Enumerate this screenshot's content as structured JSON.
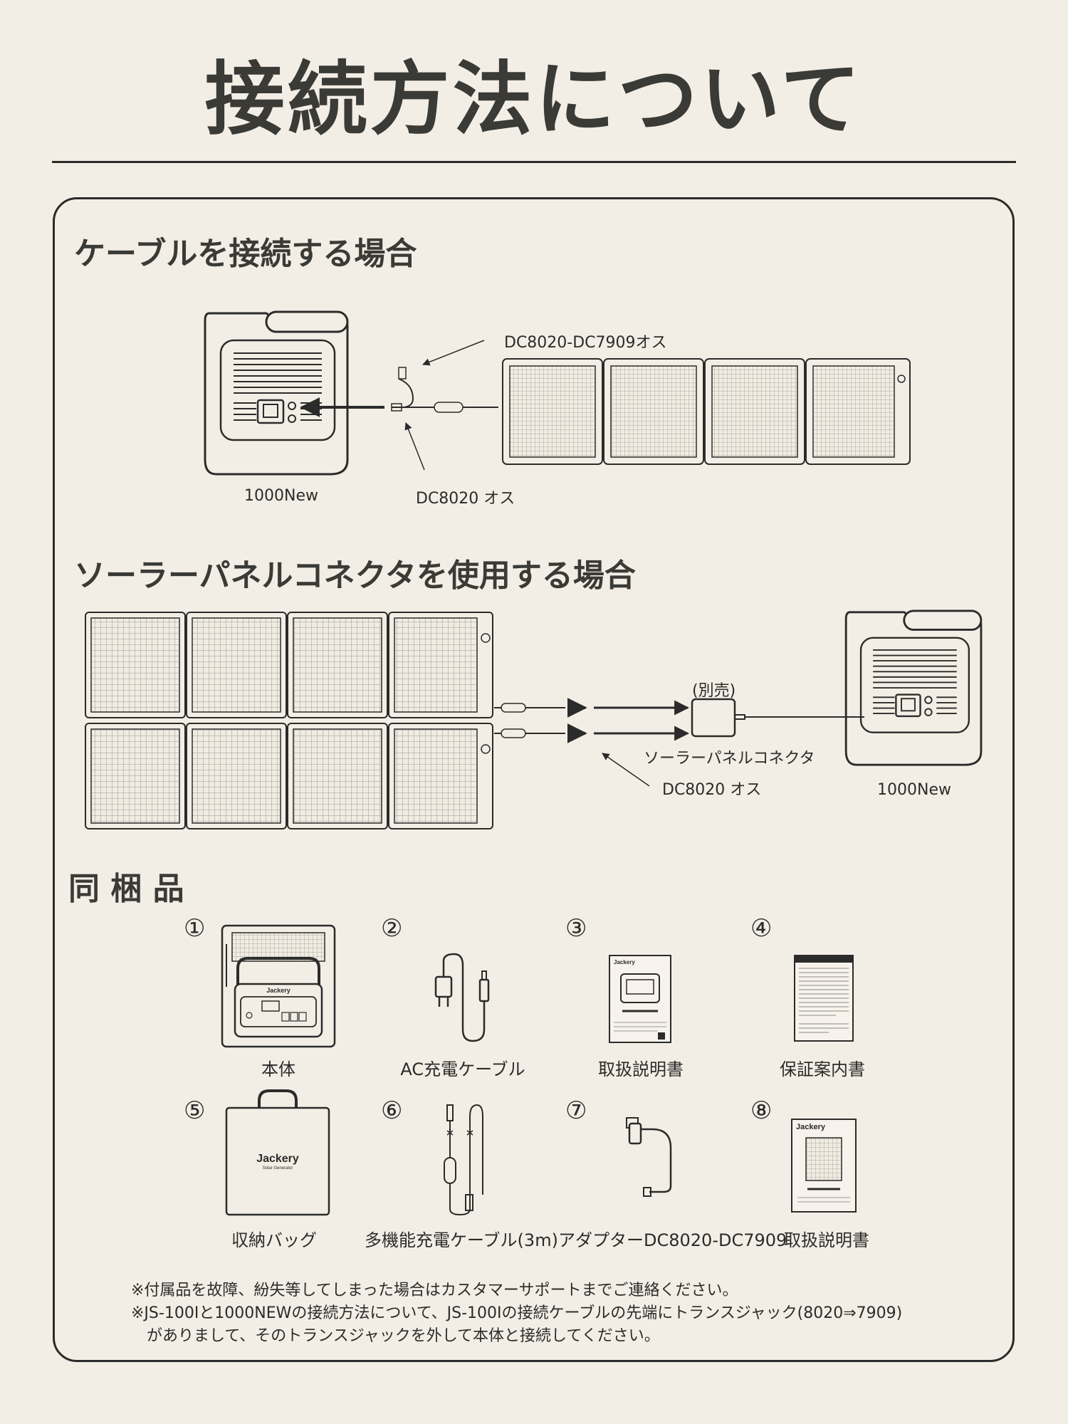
{
  "title": "接続方法について",
  "section1": {
    "title": "ケーブルを接続する場合",
    "labels": {
      "cable_top": "DC8020-DC7909オス",
      "cable_bottom": "DC8020 オス",
      "device": "1000New"
    }
  },
  "section2": {
    "title": "ソーラーパネルコネクタを使用する場合",
    "labels": {
      "sold_separately": "(別売)",
      "connector": "ソーラーパネルコネクタ",
      "plug": "DC8020 オス",
      "device": "1000New"
    }
  },
  "section3": {
    "title": "同 梱 品",
    "items": [
      {
        "num": "①",
        "label": "本体"
      },
      {
        "num": "②",
        "label": "AC充電ケーブル"
      },
      {
        "num": "③",
        "label": "取扱説明書"
      },
      {
        "num": "④",
        "label": "保証案内書"
      },
      {
        "num": "⑤",
        "label": "収納バッグ"
      },
      {
        "num": "⑥",
        "label": "多機能充電ケーブル(3m)"
      },
      {
        "num": "⑦",
        "label": "アダプターDC8020-DC7909"
      },
      {
        "num": "⑧",
        "label": "取扱説明書"
      }
    ]
  },
  "brand": "Jackery",
  "bag_subtitle": "Solar Generator",
  "notes": [
    "※付属品を故障、紛失等してしまった場合はカスタマーサポートまでご連絡ください。",
    "※JS-100Iと1000NEWの接続方法について、JS-100Iの接続ケーブルの先端にトランスジャック(8020⇒7909)",
    "　がありまして、そのトランスジャックを外して本体と接続してください。"
  ]
}
